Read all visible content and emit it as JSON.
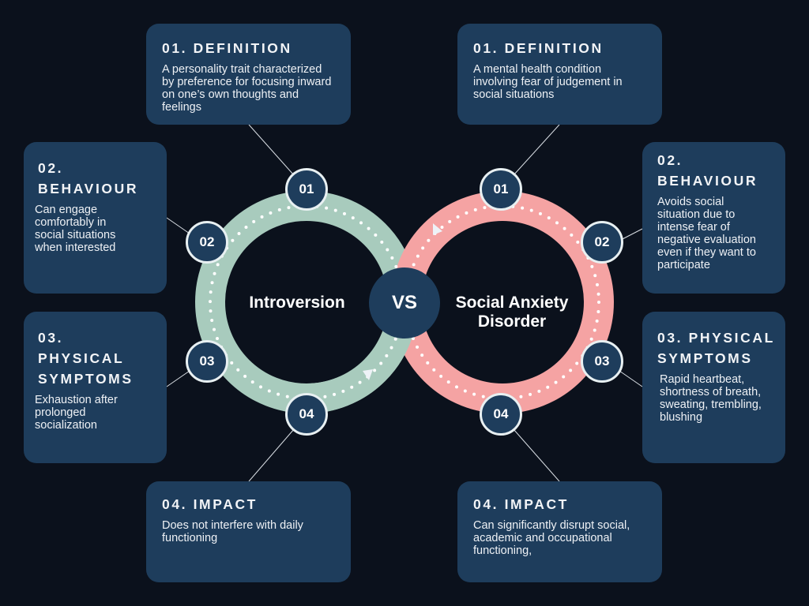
{
  "center": {
    "vs_label": "VS",
    "left_title": "Introversion",
    "right_title": "Social Anxiety Disorder"
  },
  "colors": {
    "background": "#0b111c",
    "box": "#1e3d5c",
    "introversion_ring": "#a8cbbd",
    "anxiety_ring": "#f5a3a3"
  },
  "introversion": {
    "badges": [
      "01",
      "02",
      "03",
      "04"
    ],
    "cards": [
      {
        "heading": "01. DEFINITION",
        "text": "A personality trait characterized by preference for focusing inward on one’s own thoughts and feelings"
      },
      {
        "heading": "02. BEHAVIOUR",
        "text": "Can engage comfortably in social situations when interested"
      },
      {
        "heading": "03. PHYSICAL SYMPTOMS",
        "text": "Exhaustion after prolonged socialization"
      },
      {
        "heading": "04. IMPACT",
        "text": "Does not interfere with daily functioning"
      }
    ]
  },
  "social_anxiety": {
    "badges": [
      "01",
      "02",
      "03",
      "04"
    ],
    "cards": [
      {
        "heading": "01. DEFINITION",
        "text": "A mental health condition involving fear of judgement in social situations"
      },
      {
        "heading": "02. BEHAVIOUR",
        "text": "Avoids social situation due to intense fear of negative evaluation even if they want to participate"
      },
      {
        "heading": "03. PHYSICAL SYMPTOMS",
        "text": "Rapid heartbeat, shortness of breath, sweating, trembling, blushing"
      },
      {
        "heading": "04. IMPACT",
        "text": "Can significantly disrupt social, academic and occupational functioning,"
      }
    ]
  }
}
